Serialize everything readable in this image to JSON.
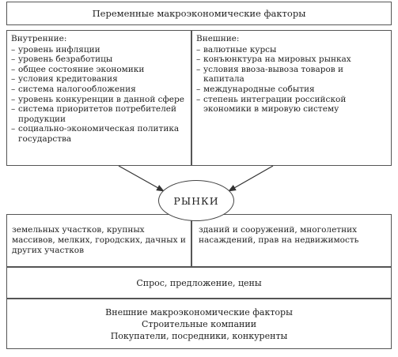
{
  "title": "Переменные макроэкономические факторы",
  "internal": {
    "heading": "Внутренние:",
    "items": [
      "уровень инфляции",
      "уровень безработицы",
      "общее состояние экономики",
      "условия кредитования",
      "система налогообложения",
      "уровень конкуренции в данной сфере",
      "система приоритетов потребителей продукции",
      "социально-экономическая политика государства"
    ]
  },
  "external": {
    "heading": "Внешние:",
    "items": [
      "валютные курсы",
      "конъюнктура на мировых рынках",
      "условия ввоза-вывоза товаров и капитала",
      "международные события",
      "степень интеграции российской экономики в мировую систему"
    ]
  },
  "markets_label": "РЫНКИ",
  "markets_left": "земельных участков, крупных массивов, мелких, городских, дачных и других участков",
  "markets_right": "зданий и сооружений, многолетних насаждений, прав на недвижимость",
  "demand": "Спрос, предложение, цены",
  "bottom": [
    "Внешние макроэкономические факторы",
    "Строительные компании",
    "Покупатели, посредники, конкуренты"
  ]
}
